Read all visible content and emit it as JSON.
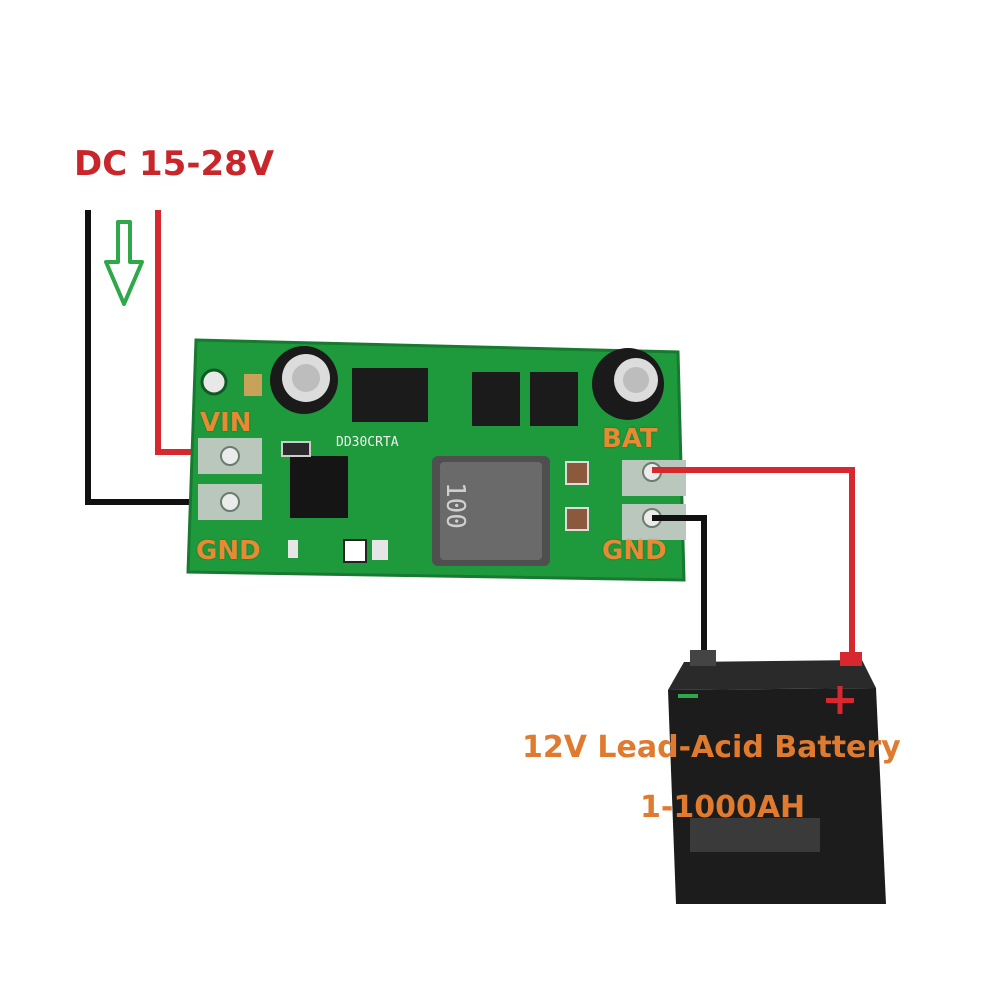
{
  "labels": {
    "input_voltage": "DC 15-28V",
    "vin": "VIN",
    "gnd_left": "GND",
    "bat": "BAT",
    "gnd_right": "GND",
    "battery_type": "12V Lead-Acid Battery",
    "battery_capacity": "1-1000AH"
  },
  "board": {
    "part_number": "DD30CRTA",
    "inductor_marking": "100"
  },
  "colors": {
    "positive_wire": "#d6282e",
    "ground_wire": "#111111",
    "arrow": "#2fa84a",
    "pcb": "#1e9a3c",
    "pin_label": "#e88a34",
    "battery_label": "#e07a2e"
  },
  "icons": {
    "flow_arrow": "down-arrow-icon",
    "plus_terminal": "plus-icon",
    "minus_terminal": "minus-icon"
  }
}
